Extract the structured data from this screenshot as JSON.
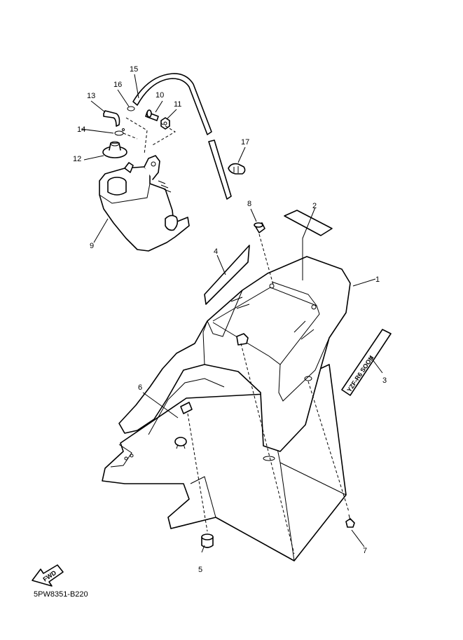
{
  "diagram_code": "5PW8351-B220",
  "fwd_label": "FWD",
  "decal_text": "YZF-R6 SOON",
  "callouts": [
    "1",
    "2",
    "3",
    "4",
    "5",
    "6",
    "7",
    "8",
    "9",
    "10",
    "11",
    "12",
    "13",
    "14",
    "15",
    "16",
    "17"
  ]
}
